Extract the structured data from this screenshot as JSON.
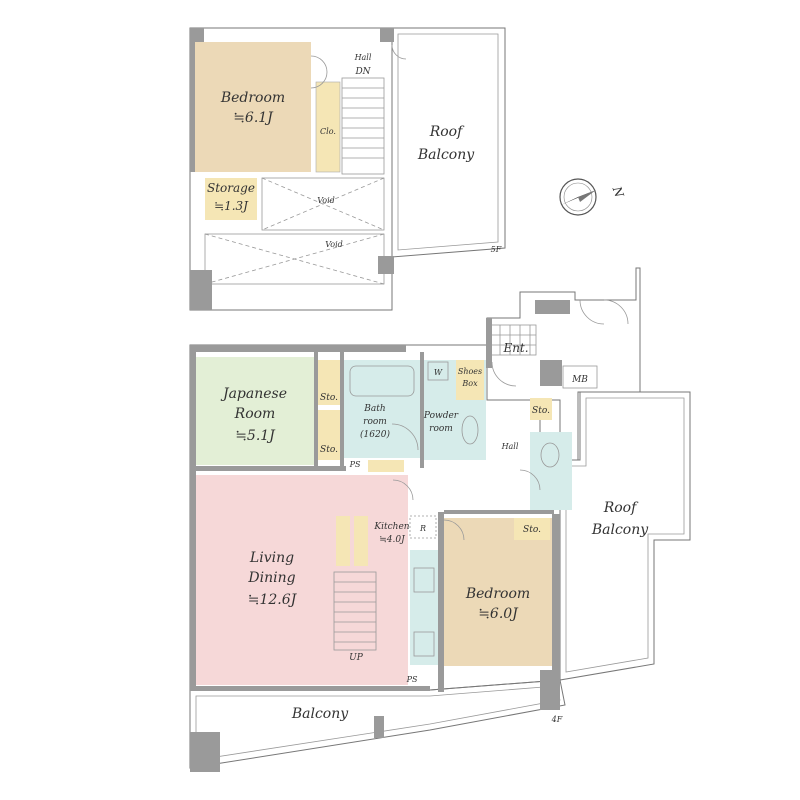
{
  "floor5": {
    "bedroom": {
      "name": "Bedroom",
      "size": "≒6.1J"
    },
    "closet": "Clo.",
    "hall": "Hall",
    "stairs_dn": "DN",
    "storage": {
      "name": "Storage",
      "size": "≒1.3J"
    },
    "void_1": "Void",
    "void_2": "Void",
    "roof_balcony": [
      "Roof",
      "Balcony"
    ],
    "floor_label": "5F",
    "compass_letter": "N"
  },
  "floor4": {
    "entrance": "Ent.",
    "mb": "MB",
    "shoes_box": [
      "Shoes",
      "Box"
    ],
    "washer": "W",
    "japanese_room": {
      "name": [
        "Japanese",
        "Room"
      ],
      "size": "≒5.1J"
    },
    "sto_1": "Sto.",
    "sto_2": "Sto.",
    "sto_3": "Sto.",
    "sto_4": "Sto.",
    "bathroom": {
      "name": [
        "Bath",
        "room"
      ],
      "size": "(1620)"
    },
    "powder_room": [
      "Powder",
      "room"
    ],
    "hall": "Hall",
    "ps_1": "PS",
    "ps_2": "PS",
    "kitchen": {
      "name": "Kitchen",
      "size": "≒4.0J"
    },
    "fridge": "R",
    "living_dining": {
      "name": [
        "Living",
        "Dining"
      ],
      "size": "≒12.6J"
    },
    "stairs_up": "UP",
    "bedroom": {
      "name": "Bedroom",
      "size": "≒6.0J"
    },
    "roof_balcony": [
      "Roof",
      "Balcony"
    ],
    "balcony": "Balcony",
    "floor_label": "4F"
  },
  "colors": {
    "bedroom": "#ecd9b7",
    "japanese_room": "#e3efd6",
    "living": "#f6d8d8",
    "wet": "#d6ecea",
    "storage": "#f5e6b5",
    "wall": "#9a9a9a"
  }
}
